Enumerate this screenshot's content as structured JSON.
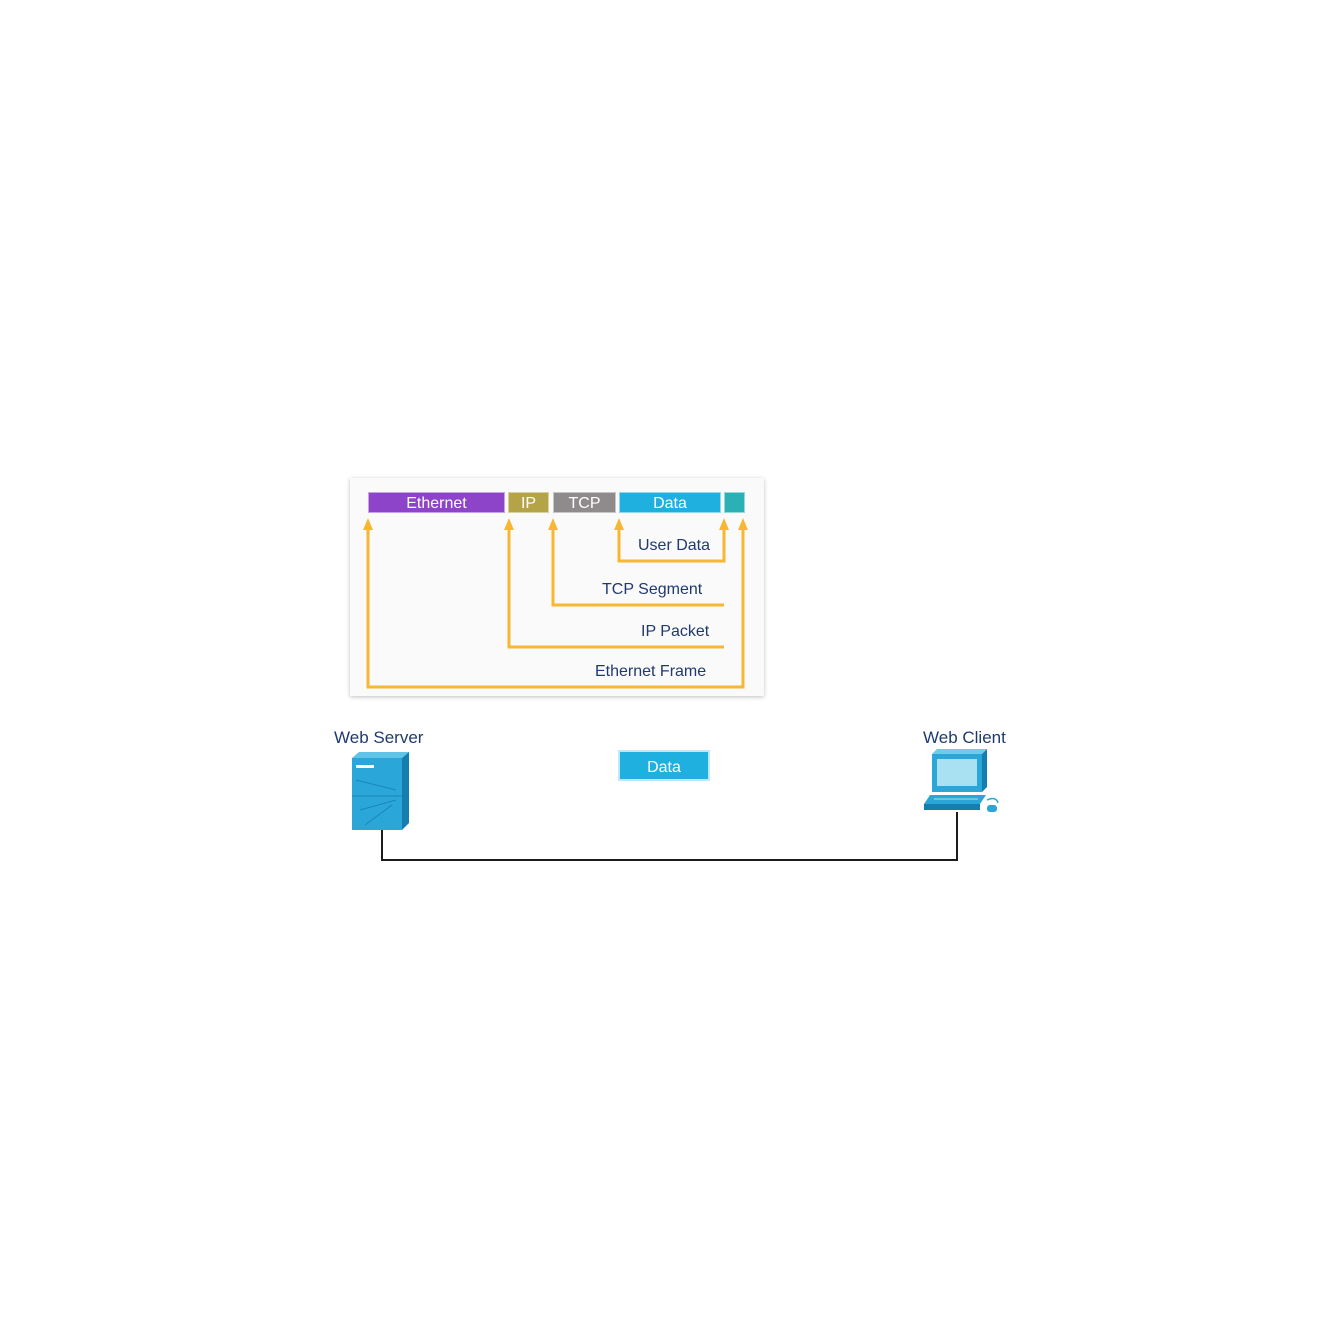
{
  "header_segments": {
    "ethernet": "Ethernet",
    "ip": "IP",
    "tcp": "TCP",
    "data": "Data"
  },
  "encapsulation_labels": {
    "user_data": "User Data",
    "tcp_segment": "TCP Segment",
    "ip_packet": "IP Packet",
    "ethernet_frame": "Ethernet Frame"
  },
  "nodes": {
    "server": "Web Server",
    "client": "Web Client"
  },
  "in_transit": "Data",
  "colors": {
    "ethernet": "#8e44c9",
    "ip": "#b5a347",
    "tcp": "#8f8a8c",
    "data": "#1fb0e0",
    "trailer": "#2ab0b5",
    "bracket": "#f7b733",
    "text": "#1f3a6e"
  }
}
